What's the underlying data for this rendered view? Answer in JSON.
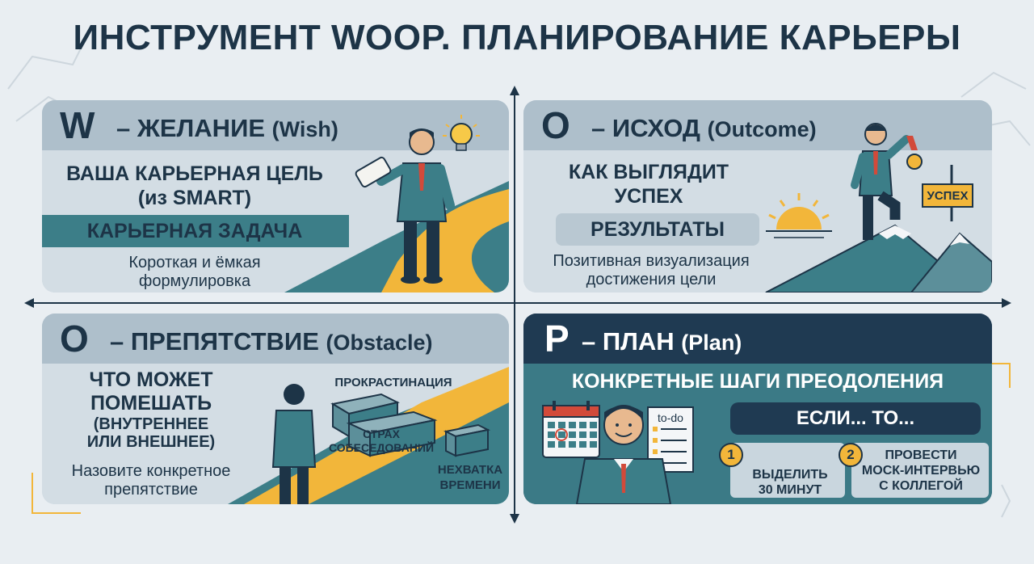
{
  "title": "ИНСТРУМЕНТ WOOP. ПЛАНИРОВАНИЕ КАРЬЕРЫ",
  "wish": {
    "letter": "W",
    "heading": "– ЖЕЛАНИЕ",
    "heading_en": "(Wish)",
    "main_line1": "ВАША КАРЬЕРНАЯ ЦЕЛЬ",
    "main_line2": "(из SMART)",
    "band": "КАРЬЕРНАЯ ЗАДАЧА",
    "note_line1": "Короткая и ёмкая",
    "note_line2": "формулировка"
  },
  "outcome": {
    "letter": "O",
    "heading": "– ИСХОД",
    "heading_en": "(Outcome)",
    "main_line1": "КАК ВЫГЛЯДИТ",
    "main_line2": "УСПЕХ",
    "pill": "РЕЗУЛЬТАТЫ",
    "note_line1": "Позитивная визуализация",
    "note_line2": "достижения цели",
    "sign": "УСПЕХ"
  },
  "obstacle": {
    "letter": "O",
    "heading": "– ПРЕПЯТСТВИЕ",
    "heading_en": "(Obstacle)",
    "main_line1": "ЧТО МОЖЕТ",
    "main_line2": "ПОМЕШАТЬ",
    "main_line3": "(ВНУТРЕННЕЕ",
    "main_line4": "ИЛИ ВНЕШНЕЕ)",
    "note_line1": "Назовите конкретное",
    "note_line2": "препятствие",
    "block1": "ПРОКРАСТИНАЦИЯ",
    "block2_line1": "СТРАХ",
    "block2_line2": "СОБЕСЕДОВАНИЙ",
    "block3_line1": "НЕХВАТКА",
    "block3_line2": "ВРЕМЕНИ"
  },
  "plan": {
    "letter": "P",
    "heading": "– ПЛАН",
    "heading_en": "(Plan)",
    "steps_title": "КОНКРЕТНЫЕ ШАГИ ПРЕОДОЛЕНИЯ",
    "ifthen": "ЕСЛИ... ТО...",
    "todo": "to-do",
    "step1_num": "1",
    "step1_line1": "ВЫДЕЛИТЬ",
    "step1_line2": "30 МИНУТ",
    "step2_num": "2",
    "step2_line1": "ПРОВЕСТИ",
    "step2_line2": "МОСК-ИНТЕРВЬЮ",
    "step2_line3": "С КОЛЛЕГОЙ"
  },
  "colors": {
    "navy": "#1f3a52",
    "teal": "#3c7e88",
    "accent_yellow": "#f2b63a",
    "light_panel": "#c6d3dc"
  }
}
